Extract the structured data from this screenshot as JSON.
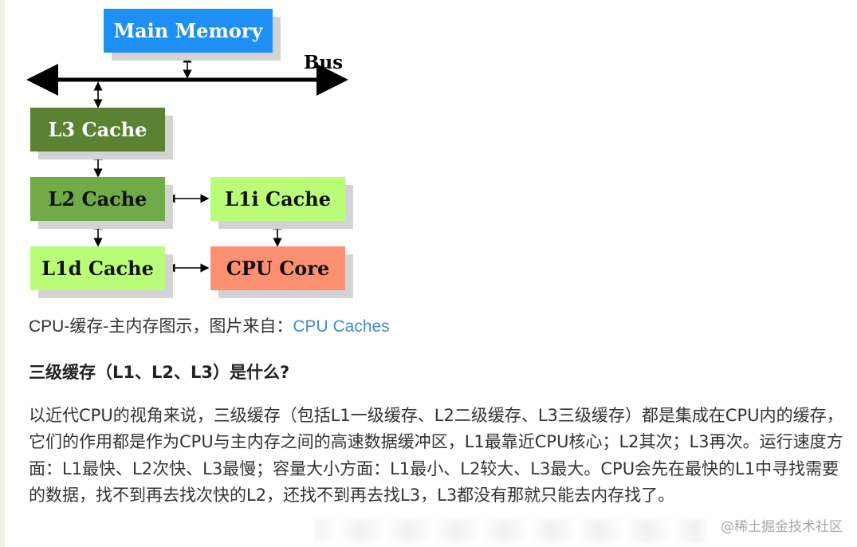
{
  "diagram": {
    "bus_label": "Bus",
    "boxes": {
      "main_memory": "Main Memory",
      "l3": "L3 Cache",
      "l2": "L2 Cache",
      "l1i": "L1i Cache",
      "l1d": "L1d Cache",
      "cpu": "CPU Core"
    },
    "colors": {
      "main_memory": "#1e90f5",
      "l3": "#5a8232",
      "l2": "#72aa48",
      "l1i": "#b9fd78",
      "l1d": "#b9fd78",
      "cpu": "#fd9072"
    }
  },
  "caption": {
    "text": "CPU-缓存-主内存图示，图片来自：",
    "link": "CPU Caches"
  },
  "heading": "三级缓存（L1、L2、L3）是什么?",
  "paragraph": "以近代CPU的视角来说，三级缓存（包括L1一级缓存、L2二级缓存、L3三级缓存）都是集成在CPU内的缓存，它们的作用都是作为CPU与主内存之间的高速数据缓冲区，L1最靠近CPU核心；L2其次；L3再次。运行速度方面：L1最快、L2次快、L3最慢；容量大小方面：L1最小、L2较大、L3最大。CPU会先在最快的L1中寻找需要的数据，找不到再去找次快的L2，还找不到再去找L3，L3都没有那就只能去内存找了。",
  "watermark": "@稀土掘金技术社区"
}
